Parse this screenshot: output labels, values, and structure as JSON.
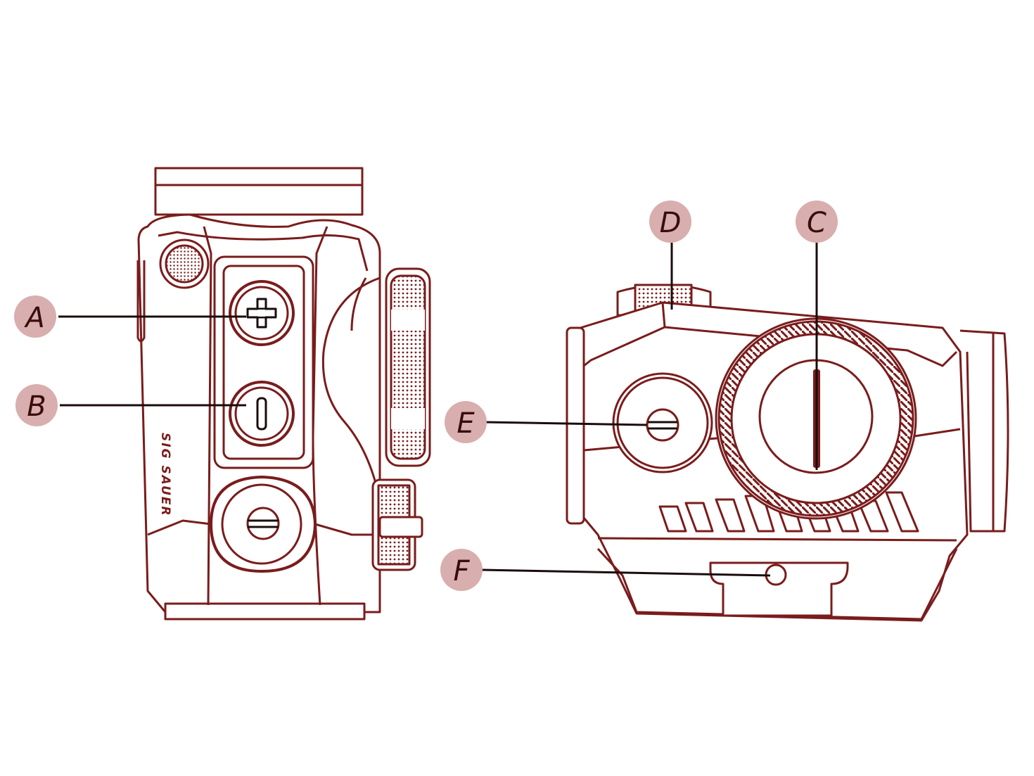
{
  "colors": {
    "line": "#7a1c1c",
    "dark_line": "#1a0c0c",
    "callout_fill": "#d9aeae",
    "callout_text": "#3a0d0d",
    "background": "#ffffff"
  },
  "callouts": [
    {
      "id": "A",
      "label": "A"
    },
    {
      "id": "B",
      "label": "B"
    },
    {
      "id": "C",
      "label": "C"
    },
    {
      "id": "D",
      "label": "D"
    },
    {
      "id": "E",
      "label": "E"
    },
    {
      "id": "F",
      "label": "F"
    }
  ],
  "brand_mark": "SIG SAUER",
  "icons": [
    "plus-icon",
    "minus-icon",
    "slot-screw-icon"
  ]
}
